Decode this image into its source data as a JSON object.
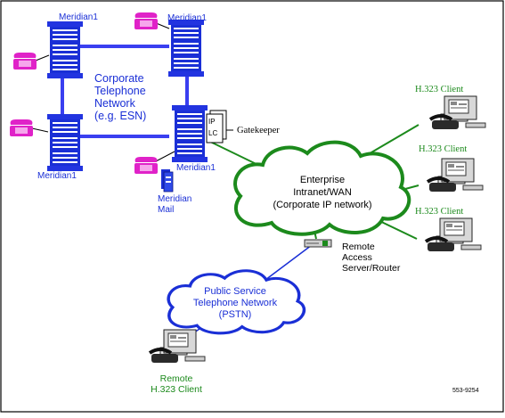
{
  "colors": {
    "switch_blue": "#1a2fd6",
    "corp_link_blue": "#3a3ff0",
    "wan_green": "#1c8a1c",
    "phone_magenta": "#e022c8",
    "text_blue": "#1a2fd6",
    "text_green": "#1c8a1c",
    "border": "#000000"
  },
  "labels": {
    "meridian_top_left": "Meridian1",
    "meridian_top_right": "Meridian1",
    "meridian_bottom_left": "Meridian1",
    "meridian_gateway": "Meridian1",
    "corp_network": [
      "Corporate",
      "Telephone",
      "Network",
      "(e.g. ESN)"
    ],
    "gatekeeper": "Gatekeeper",
    "card_ip": "IP",
    "card_lc": "LC",
    "meridian_mail": [
      "Meridian",
      "Mail"
    ],
    "enterprise_network": [
      "Enterprise",
      "Intranet/WAN",
      "(Corporate IP network)"
    ],
    "h323_client_1": "H.323 Client",
    "h323_client_2": "H.323 Client",
    "h323_client_3": "H.323 Client",
    "remote_access": [
      "Remote",
      "Access",
      "Server/Router"
    ],
    "pstn": [
      "Public Service",
      "Telephone Network",
      "(PSTN)"
    ],
    "remote_client": [
      "Remote",
      "H.323 Client"
    ],
    "figure_number": "553-9254"
  },
  "icons": [
    "telephone-icon",
    "pbx-cabinet-icon",
    "pc-workstation-icon",
    "desk-phone-icon",
    "router-icon",
    "cloud-icon",
    "voicemail-server-icon"
  ]
}
